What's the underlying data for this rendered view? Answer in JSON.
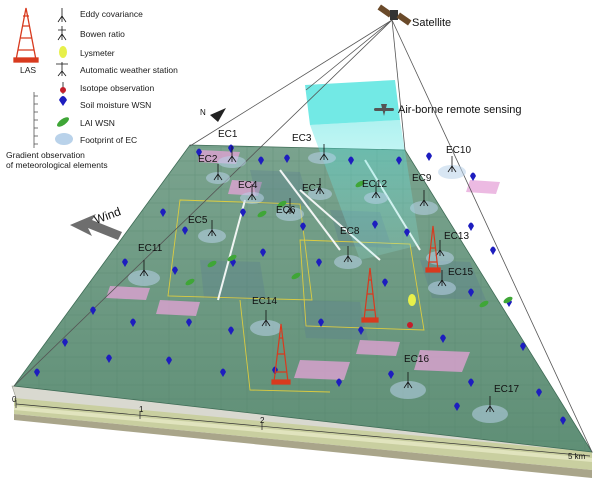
{
  "legend": {
    "items": [
      {
        "key": "ec",
        "label": "Eddy covariance"
      },
      {
        "key": "bowen",
        "label": "Bowen ratio"
      },
      {
        "key": "lysimeter",
        "label": "Lysmeter"
      },
      {
        "key": "aws",
        "label": "Automatic weather station"
      },
      {
        "key": "isotope",
        "label": "Isotope observation"
      },
      {
        "key": "soil",
        "label": "Soil moisture WSN"
      },
      {
        "key": "lai",
        "label": "LAI WSN"
      },
      {
        "key": "footprint",
        "label": "Footprint of EC"
      }
    ],
    "las_label": "LAS",
    "gradient_label_line1": "Gradient observation",
    "gradient_label_line2": "of meteorological elements"
  },
  "labels": {
    "satellite": "Satellite",
    "airborne": "Air-borne remote sensing",
    "wind": "Wind",
    "north": "N"
  },
  "stations": [
    "EC1",
    "EC2",
    "EC3",
    "EC4",
    "EC5",
    "EC6",
    "EC7",
    "EC8",
    "EC9",
    "EC10",
    "EC11",
    "EC12",
    "EC13",
    "EC14",
    "EC15",
    "EC16",
    "EC17"
  ],
  "scale": {
    "ticks": [
      "0",
      "1",
      "2",
      "5 km"
    ]
  },
  "colors": {
    "terrain": "#6f9a82",
    "terrain_edge": "#3e6b55",
    "beam": "#5fe6e2",
    "soil_sensor": "#1d1dbf",
    "lai_leaf": "#3fa637",
    "las_tower": "#d83a1e",
    "footprint": "#b9d2ea"
  }
}
